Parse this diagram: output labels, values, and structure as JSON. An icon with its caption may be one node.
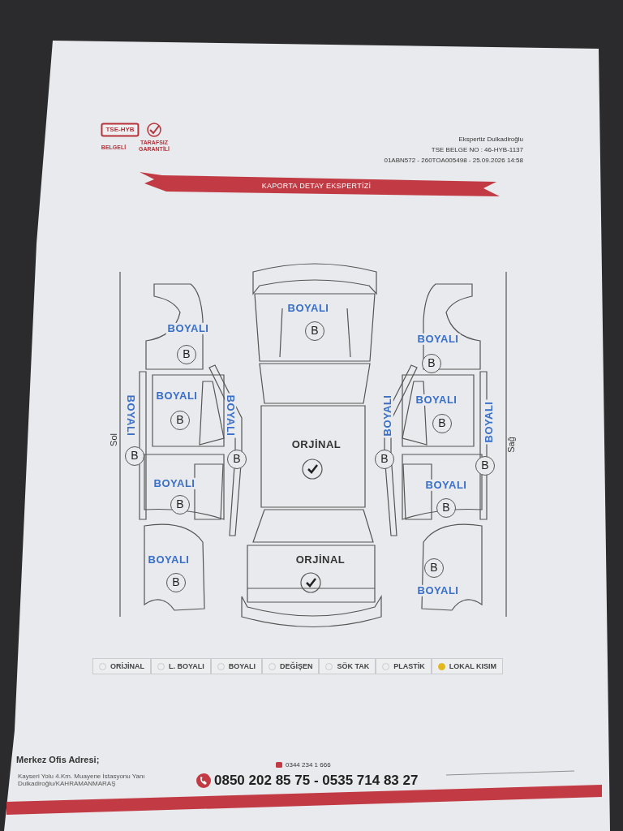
{
  "diagram": {
    "labels": [
      "TSE-HYB",
      "BELGELİ",
      "TARAFSIZ GARANTİLİ",
      "Ekspertiz Dulkadiroğlu",
      "TSE BELGE NO : 46-HYB-1137",
      "01ABN572 - 260TOA005498 - 25.09.2026 14:58",
      "KAPORTA DETAY EKSPERTİZİ",
      "Sol",
      "Sağ",
      "BOYALI",
      "B",
      "BOYALI",
      "BOYALI",
      "B",
      "B",
      "BOYALI",
      "B",
      "BOYALI",
      "B",
      "BOYALI",
      "B",
      "BOYALI",
      "B",
      "ORJİNAL",
      "BOYALI",
      "B",
      "BOYALI",
      "B",
      "BOYALI",
      "B",
      "BOYALI",
      "B",
      "ORJİNAL",
      "BOYALI",
      "B",
      "B",
      "BOYALI",
      "Merkez Ofis Adresi;",
      "Kayseri Yolu 4.Km. Muayene İstasyonu Yanı Dulkadiroğlu/KAHRAMANMARAŞ",
      "0344 234 1 666",
      "0850 202 85 75 - 0535 714 83 27"
    ],
    "legend": [
      {
        "text": "ORİJİNAL"
      },
      {
        "text": "L. BOYALI"
      },
      {
        "text": "BOYALI"
      },
      {
        "text": "DEĞİŞEN"
      },
      {
        "text": "SÖK TAK"
      },
      {
        "text": "PLASTİK"
      },
      {
        "text": "LOKAL KISIM",
        "color": "#e2b81c"
      }
    ]
  }
}
